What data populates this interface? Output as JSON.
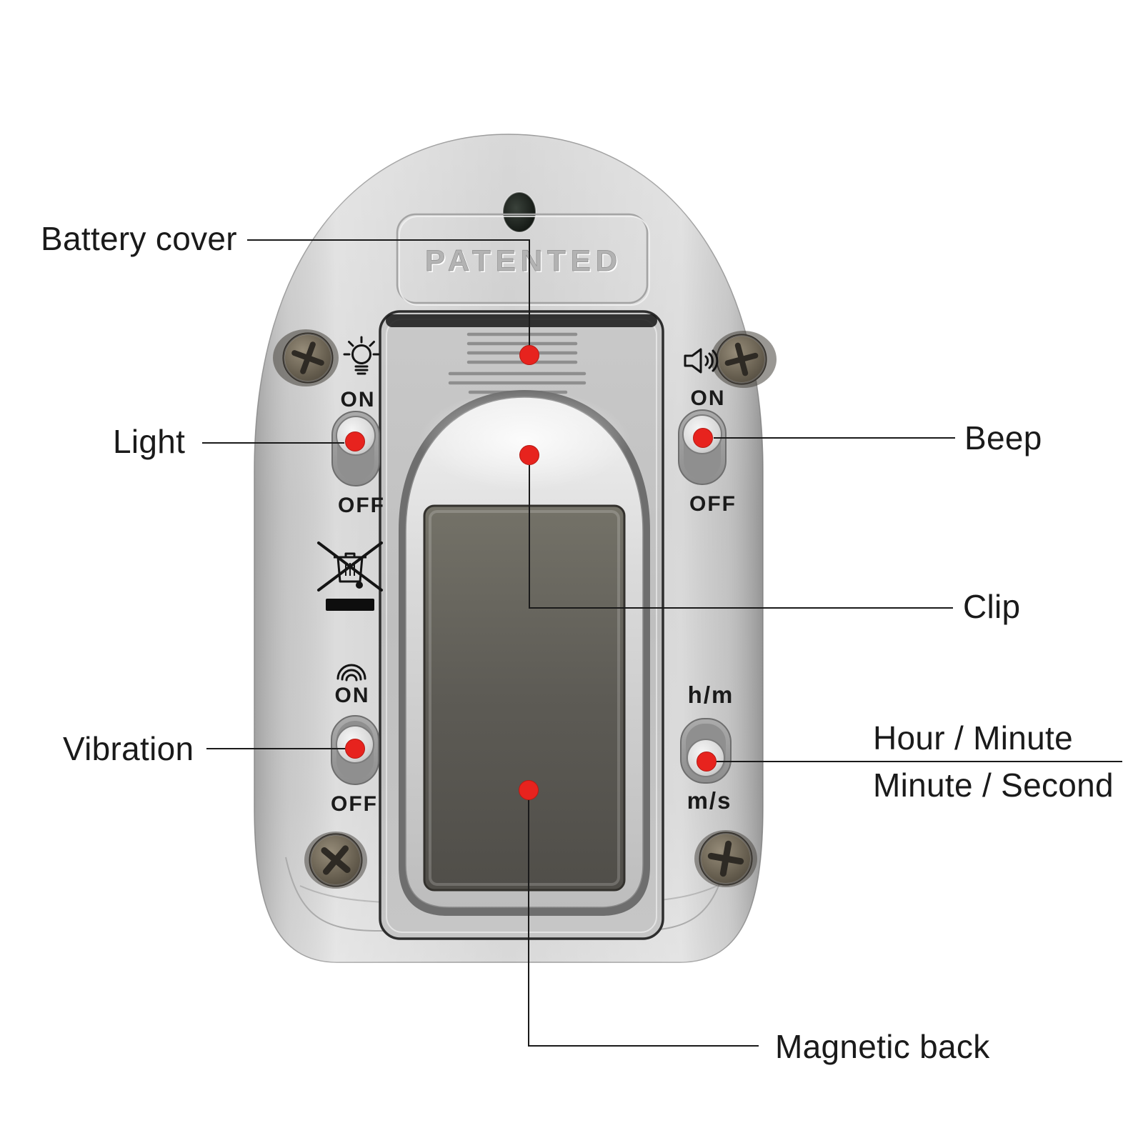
{
  "device": {
    "patented": "PATENTED",
    "switches": {
      "light": {
        "on": "ON",
        "off": "OFF"
      },
      "beep": {
        "on": "ON",
        "off": "OFF"
      },
      "vibration": {
        "on": "ON",
        "off": "OFF"
      },
      "mode": {
        "top": "h/m",
        "bottom": "m/s"
      }
    },
    "icons": {
      "light_switch": "light-bulb-icon",
      "beep_switch": "speaker-icon",
      "vibration_switch": "vibration-waves-icon",
      "disposal_mark": "weee-crossed-bin-icon",
      "fasteners": "phillips-screw-icon",
      "annotation_marker": "red-dot-marker"
    }
  },
  "callouts": {
    "battery_cover": "Battery cover",
    "light": "Light",
    "beep": "Beep",
    "clip": "Clip",
    "vibration": "Vibration",
    "hour_minute": "Hour / Minute",
    "minute_second": "Minute / Second",
    "magnetic_back": "Magnetic back"
  },
  "colors": {
    "background": "#ffffff",
    "annotation_dot": "#e7231e",
    "annotation_line": "#1a1a1a",
    "label_text": "#1a1a1a",
    "body_silver": "#cccccc",
    "magnet_gray": "#5a5852",
    "panel_outline": "#2d2d2d"
  }
}
